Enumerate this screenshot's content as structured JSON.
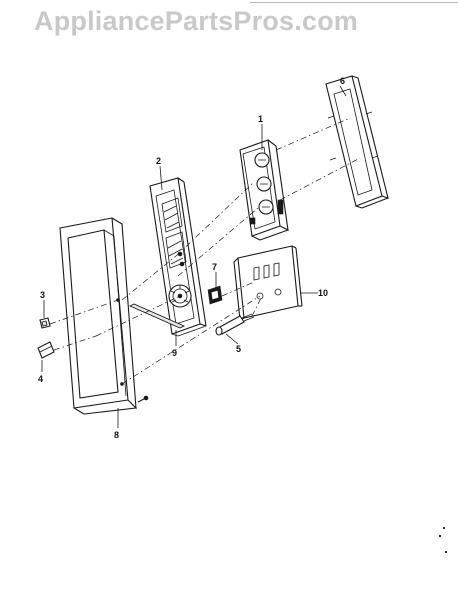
{
  "watermark": {
    "text": "AppliancePartsPros.com"
  },
  "callouts": [
    {
      "id": "1",
      "label": "1"
    },
    {
      "id": "2",
      "label": "2"
    },
    {
      "id": "3",
      "label": "3"
    },
    {
      "id": "4",
      "label": "4"
    },
    {
      "id": "5",
      "label": "5"
    },
    {
      "id": "6",
      "label": "6"
    },
    {
      "id": "7",
      "label": "7"
    },
    {
      "id": "8",
      "label": "8"
    },
    {
      "id": "9",
      "label": "9"
    },
    {
      "id": "10",
      "label": "10"
    }
  ]
}
